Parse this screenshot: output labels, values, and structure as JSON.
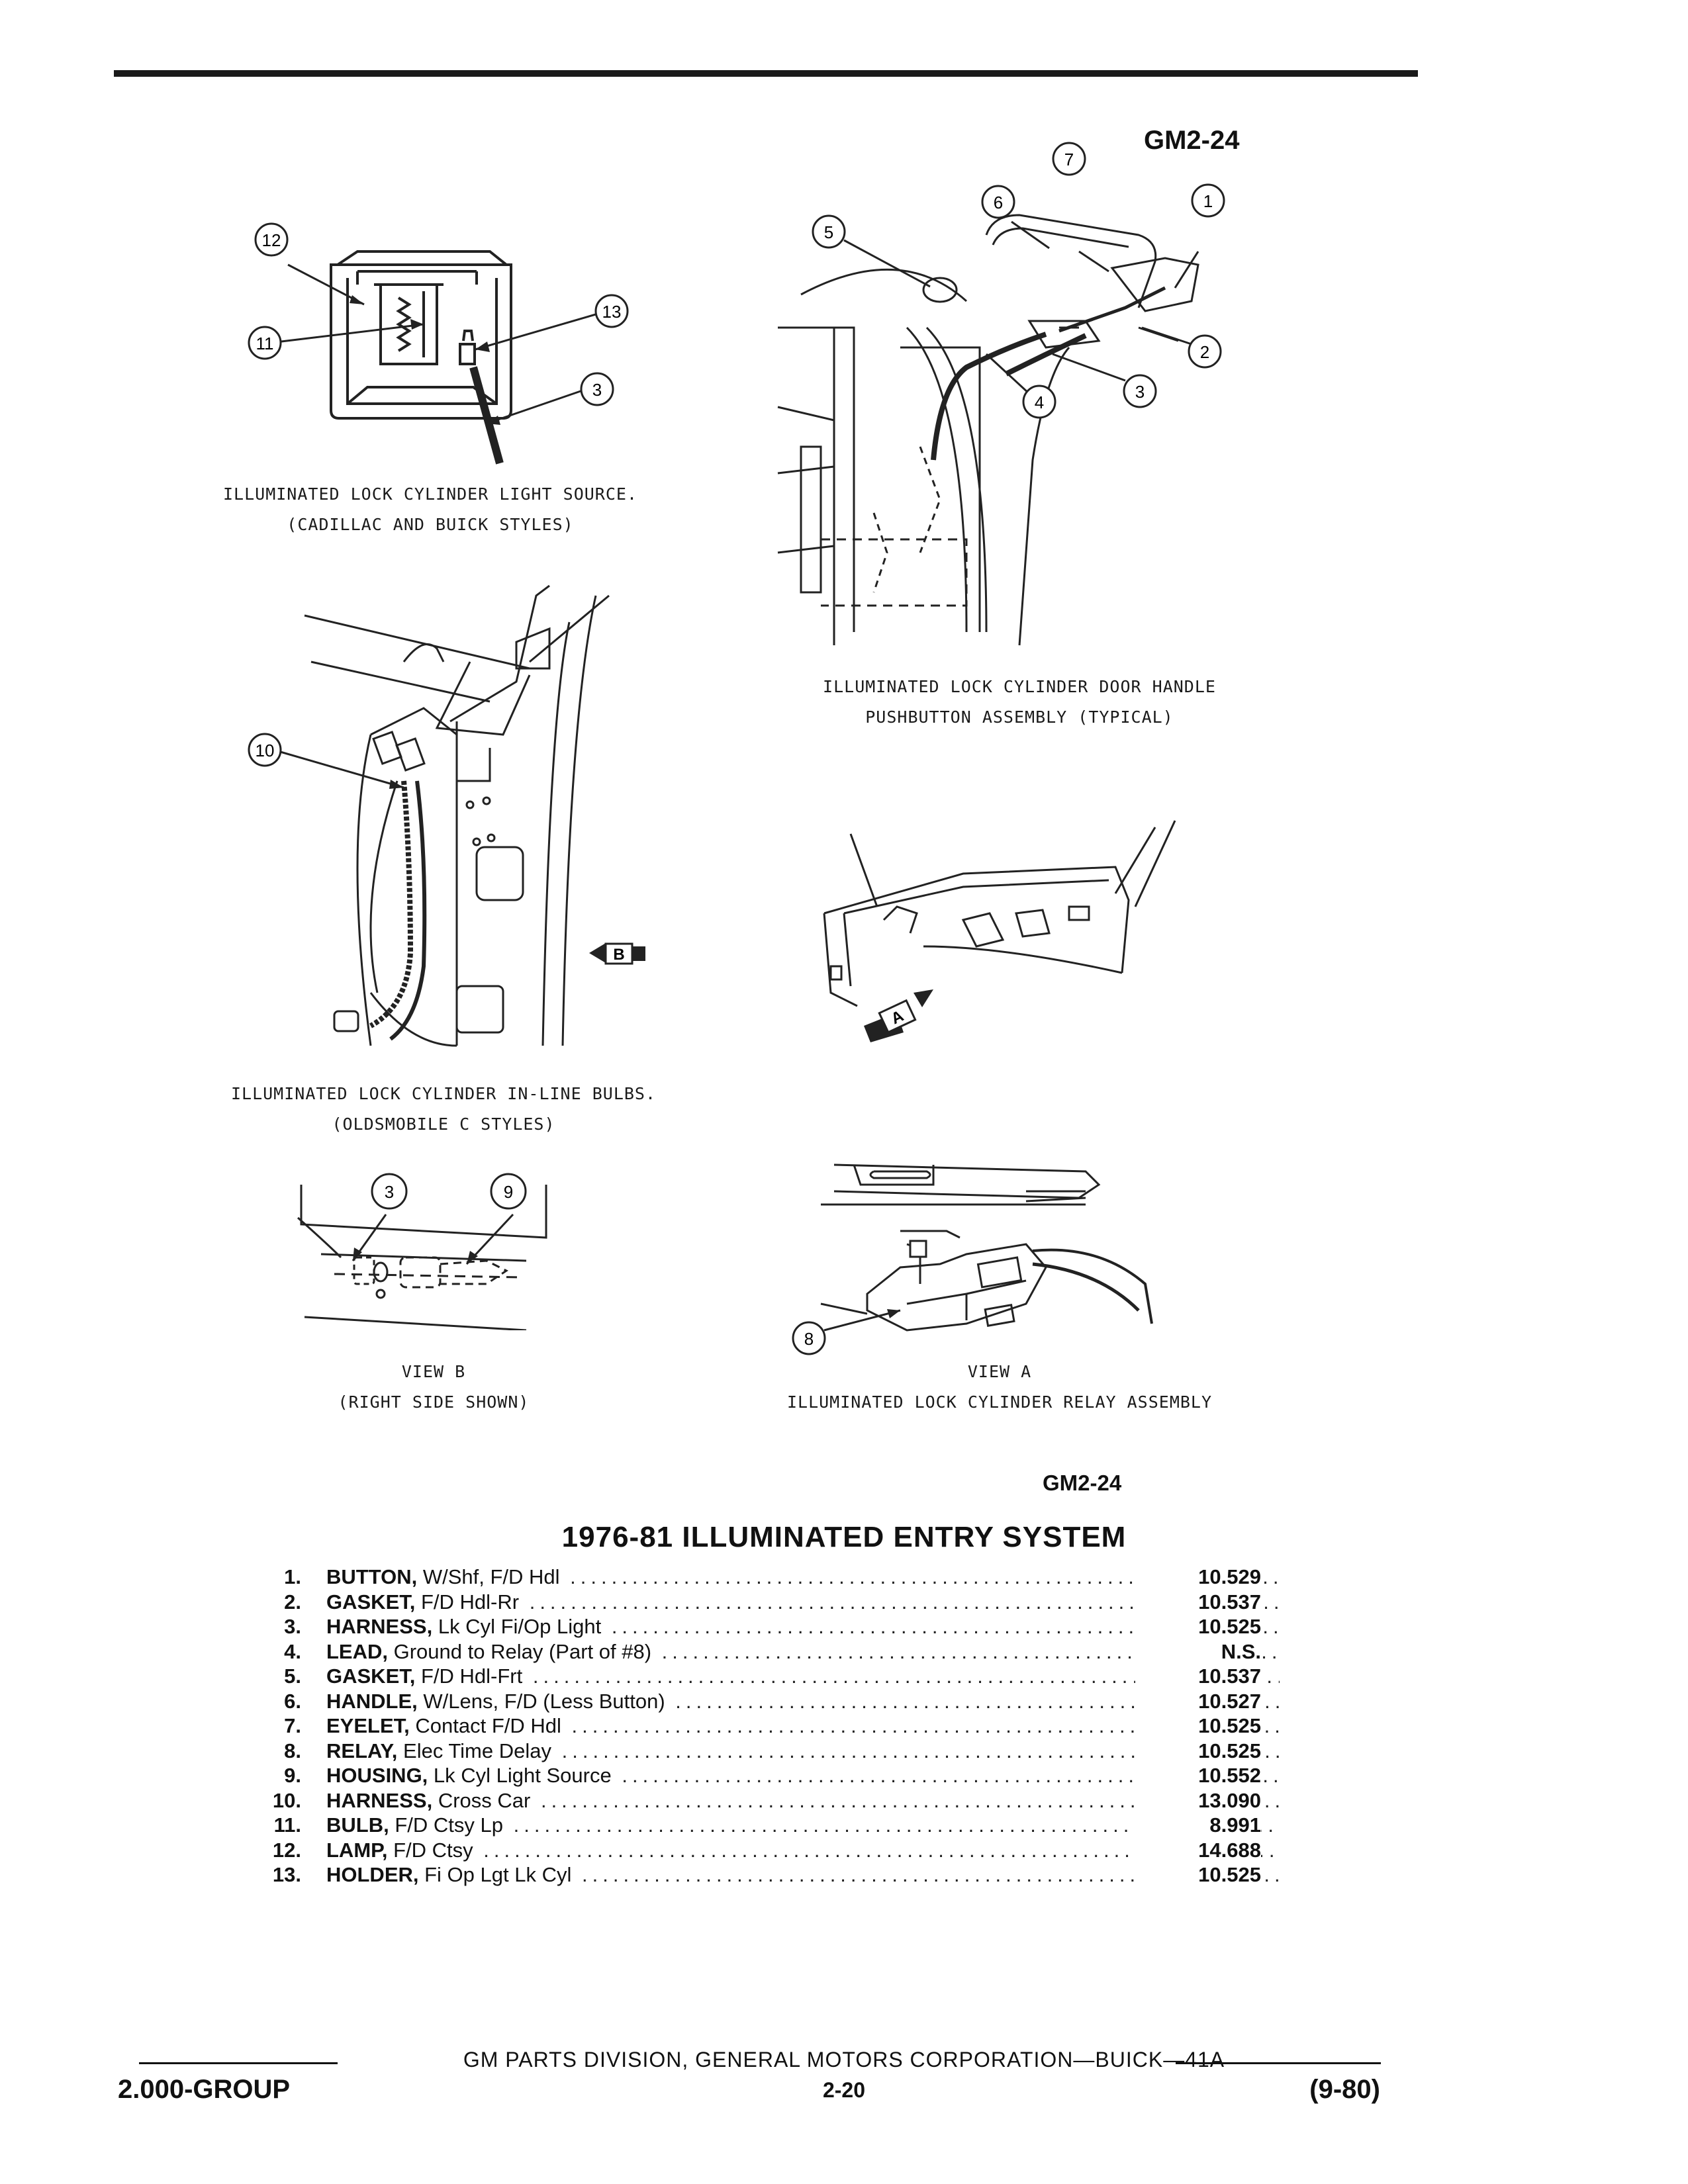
{
  "figure_code_top": "GM2-24",
  "figure_code_bottom": "GM2-24",
  "callouts": {
    "n1": "1",
    "n2": "2",
    "n3": "3",
    "n4": "4",
    "n5": "5",
    "n6": "6",
    "n7": "7",
    "n8": "8",
    "n9": "9",
    "n10": "10",
    "n11": "11",
    "n12": "12",
    "n13": "13",
    "view_a": "A",
    "view_b": "B"
  },
  "captions": {
    "light_source": [
      "ILLUMINATED LOCK CYLINDER LIGHT SOURCE.",
      "(CADILLAC AND BUICK STYLES)"
    ],
    "door_handle": [
      "ILLUMINATED LOCK CYLINDER DOOR HANDLE",
      "PUSHBUTTON ASSEMBLY (TYPICAL)"
    ],
    "inline_bulbs": [
      "ILLUMINATED LOCK CYLINDER IN-LINE BULBS.",
      "(OLDSMOBILE C STYLES)"
    ],
    "view_b": [
      "VIEW B",
      "(RIGHT SIDE SHOWN)"
    ],
    "view_a": [
      "VIEW A",
      "ILLUMINATED LOCK CYLINDER RELAY ASSEMBLY"
    ]
  },
  "parts_title": "1976-81 ILLUMINATED ENTRY SYSTEM",
  "parts": [
    {
      "no": "1.",
      "name": "BUTTON,",
      "desc": "W/Shf, F/D Hdl",
      "value": "10.529"
    },
    {
      "no": "2.",
      "name": "GASKET,",
      "desc": "F/D Hdl-Rr",
      "value": "10.537"
    },
    {
      "no": "3.",
      "name": "HARNESS,",
      "desc": "Lk Cyl Fi/Op Light",
      "value": "10.525"
    },
    {
      "no": "4.",
      "name": "LEAD,",
      "desc": "Ground to Relay (Part of #8)",
      "value": "N.S."
    },
    {
      "no": "5.",
      "name": "GASKET,",
      "desc": "F/D Hdl-Frt",
      "value": "10.537"
    },
    {
      "no": "6.",
      "name": "HANDLE,",
      "desc": "W/Lens, F/D (Less Button)",
      "value": "10.527"
    },
    {
      "no": "7.",
      "name": "EYELET,",
      "desc": "Contact F/D Hdl",
      "value": "10.525"
    },
    {
      "no": "8.",
      "name": "RELAY,",
      "desc": "Elec Time Delay",
      "value": "10.525"
    },
    {
      "no": "9.",
      "name": "HOUSING,",
      "desc": "Lk Cyl Light Source",
      "value": "10.552"
    },
    {
      "no": "10.",
      "name": "HARNESS,",
      "desc": "Cross Car",
      "value": "13.090"
    },
    {
      "no": "11.",
      "name": "BULB,",
      "desc": "F/D Ctsy Lp",
      "value": "8.991"
    },
    {
      "no": "12.",
      "name": "LAMP,",
      "desc": "F/D Ctsy",
      "value": "14.688"
    },
    {
      "no": "13.",
      "name": "HOLDER,",
      "desc": "Fi Op Lgt Lk Cyl",
      "value": "10.525"
    }
  ],
  "footer": {
    "division": "GM PARTS DIVISION, GENERAL MOTORS CORPORATION—BUICK—41A",
    "group": "2.000-GROUP",
    "page": "2-20",
    "date": "(9-80)"
  }
}
